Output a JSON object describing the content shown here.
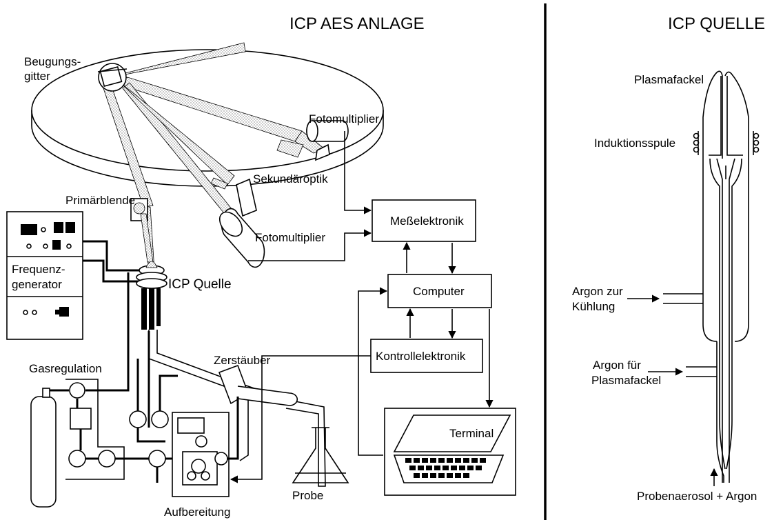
{
  "left_title": "ICP AES ANLAGE",
  "right_title": "ICP QUELLE",
  "labels": {
    "beugungsgitter_1": "Beugungs-",
    "beugungsgitter_2": "gitter",
    "fotomultiplier_top": "Fotomultiplier",
    "sekundaeroptik": "Sekundäroptik",
    "primaerblende": "Primärblende",
    "fotomultiplier_bottom": "Fotomultiplier",
    "messelektronik": "Meßelektronik",
    "computer": "Computer",
    "kontrollelektronik": "Kontrollelektronik",
    "terminal": "Terminal",
    "frequenz_1": "Frequenz-",
    "frequenz_2": "generator",
    "icp_quelle": "ICP Quelle",
    "zerstaeuber": "Zerstäuber",
    "gasregulation": "Gasregulation",
    "probe": "Probe",
    "aufbereitung": "Aufbereitung"
  },
  "torch_labels": {
    "plasmafackel": "Plasmafackel",
    "induktionsspule": "Induktionsspule",
    "argon_kuehlung_1": "Argon zur",
    "argon_kuehlung_2": "Kühlung",
    "argon_plasma_1": "Argon für",
    "argon_plasma_2": "Plasmafackel",
    "probenaerosol": "Probenaerosol + Argon"
  }
}
